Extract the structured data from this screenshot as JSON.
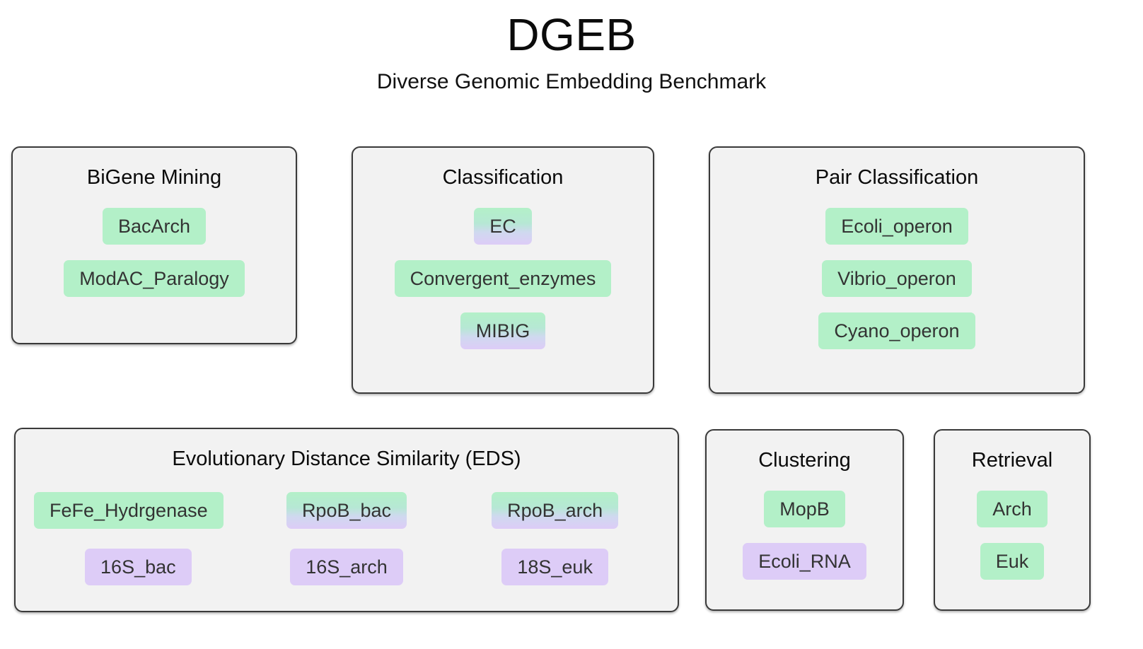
{
  "header": {
    "title": "DGEB",
    "subtitle": "Diverse Genomic Embedding Benchmark"
  },
  "legend_colors": {
    "protein_green": "#b3f0c8",
    "dna_purple": "#ddccf7",
    "panel_background": "#f2f2f2",
    "panel_border": "#3a3a3a",
    "page_background": "#ffffff",
    "pill_text": "#333333"
  },
  "panels": [
    {
      "id": "bigene-mining",
      "title": "BiGene Mining",
      "tasks": [
        {
          "label": "BacArch",
          "type": "green"
        },
        {
          "label": "ModAC_Paralogy",
          "type": "green"
        }
      ]
    },
    {
      "id": "classification",
      "title": "Classification",
      "tasks": [
        {
          "label": "EC",
          "type": "both"
        },
        {
          "label": "Convergent_enzymes",
          "type": "green"
        },
        {
          "label": "MIBIG",
          "type": "both"
        }
      ]
    },
    {
      "id": "pair-classification",
      "title": "Pair Classification",
      "tasks": [
        {
          "label": "Ecoli_operon",
          "type": "green"
        },
        {
          "label": "Vibrio_operon",
          "type": "green"
        },
        {
          "label": "Cyano_operon",
          "type": "green"
        }
      ]
    },
    {
      "id": "eds",
      "title": "Evolutionary Distance Similarity (EDS)",
      "tasks": [
        {
          "label": "FeFe_Hydrgenase",
          "type": "green"
        },
        {
          "label": "RpoB_bac",
          "type": "both"
        },
        {
          "label": "RpoB_arch",
          "type": "both"
        },
        {
          "label": "16S_bac",
          "type": "purple"
        },
        {
          "label": "16S_arch",
          "type": "purple"
        },
        {
          "label": "18S_euk",
          "type": "purple"
        }
      ]
    },
    {
      "id": "clustering",
      "title": "Clustering",
      "tasks": [
        {
          "label": "MopB",
          "type": "green"
        },
        {
          "label": "Ecoli_RNA",
          "type": "purple"
        }
      ]
    },
    {
      "id": "retrieval",
      "title": "Retrieval",
      "tasks": [
        {
          "label": "Arch",
          "type": "green"
        },
        {
          "label": "Euk",
          "type": "green"
        }
      ]
    }
  ]
}
